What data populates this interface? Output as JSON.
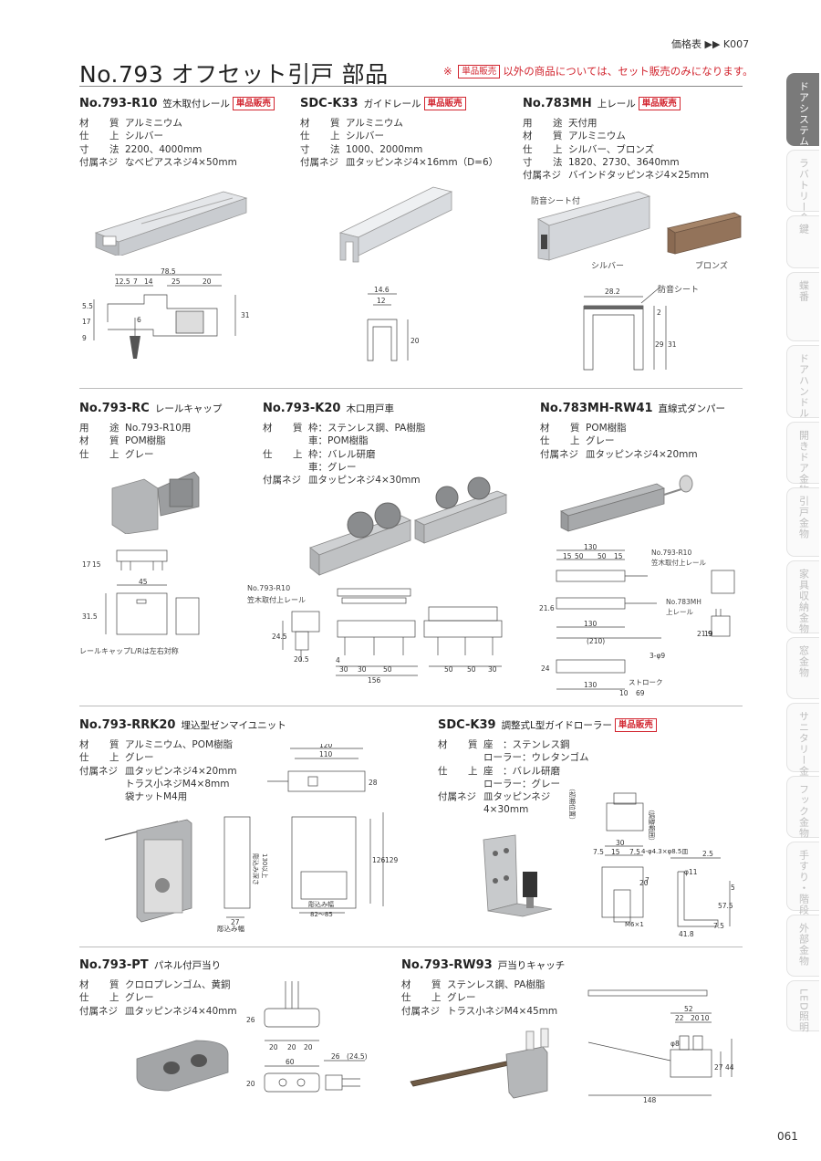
{
  "header": {
    "price_ref": "価格表 ▶▶ K007",
    "title": "No.793 オフセット引戸 部品",
    "notice_prefix": "※",
    "notice_tag": "単品販売",
    "notice_text": "以外の商品については、セット販売のみになります。"
  },
  "tag_label": "単品販売",
  "products": {
    "r10": {
      "code": "No.793-R10",
      "name": "笠木取付レール",
      "specs": [
        [
          "材　質",
          "アルミニウム"
        ],
        [
          "仕　上",
          "シルバー"
        ],
        [
          "寸　法",
          "2200、4000mm"
        ],
        [
          "付属ネジ",
          "なべピアスネジ4×50mm"
        ]
      ]
    },
    "k33": {
      "code": "SDC-K33",
      "name": "ガイドレール",
      "specs": [
        [
          "材　質",
          "アルミニウム"
        ],
        [
          "仕　上",
          "シルバー"
        ],
        [
          "寸　法",
          "1000、2000mm"
        ],
        [
          "付属ネジ",
          "皿タッピンネジ4×16mm（D=6）"
        ]
      ]
    },
    "mh": {
      "code": "No.783MH",
      "name": "上レール",
      "specs": [
        [
          "用　途",
          "天付用"
        ],
        [
          "材　質",
          "アルミニウム"
        ],
        [
          "仕　上",
          "シルバー、ブロンズ"
        ],
        [
          "寸　法",
          "1820、2730、3640mm"
        ],
        [
          "付属ネジ",
          "バインドタッピンネジ4×25mm"
        ]
      ],
      "labels": {
        "seal": "防音シート付",
        "silver": "シルバー",
        "bronze": "ブロンズ",
        "seal2": "防音シート"
      }
    },
    "rc": {
      "code": "No.793-RC",
      "name": "レールキャップ",
      "specs": [
        [
          "用　途",
          "No.793-R10用"
        ],
        [
          "材　質",
          "POM樹脂"
        ],
        [
          "仕　上",
          "グレー"
        ]
      ],
      "note": "レールキャップL/Rは左右対称"
    },
    "k20": {
      "code": "No.793-K20",
      "name": "木口用戸車",
      "specs": [
        [
          "材　質",
          "枠：ステンレス鋼、PA樹脂"
        ],
        [
          "",
          "車：POM樹脂"
        ],
        [
          "仕　上",
          "枠：バレル研磨"
        ],
        [
          "",
          "車：グレー"
        ],
        [
          "付属ネジ",
          "皿タッピンネジ4×30mm"
        ]
      ],
      "labels": {
        "rail": "No.793-R10",
        "rail2": "笠木取付上レール"
      }
    },
    "rw41": {
      "code": "No.783MH-RW41",
      "name": "直線式ダンパー",
      "specs": [
        [
          "材　質",
          "POM樹脂"
        ],
        [
          "仕　上",
          "グレー"
        ],
        [
          "付属ネジ",
          "皿タッピンネジ4×20mm"
        ]
      ],
      "labels": {
        "r10": "No.793-R10",
        "r10b": "笠木取付上レール",
        "mh": "No.783MH",
        "mhb": "上レール",
        "holes": "3-φ9",
        "stroke": "ストローク"
      }
    },
    "rrk20": {
      "code": "No.793-RRK20",
      "name": "埋込型ゼンマイユニット",
      "specs": [
        [
          "材　質",
          "アルミニウム、POM樹脂"
        ],
        [
          "仕　上",
          "グレー"
        ],
        [
          "付属ネジ",
          "皿タッピンネジ4×20mm"
        ],
        [
          "",
          "トラス小ネジM4×8mm"
        ],
        [
          "",
          "袋ナットM4用"
        ]
      ],
      "labels": {
        "depth": "彫込み深さ",
        "depth2": "130以上",
        "width": "彫込み幅",
        "width_val": "82〜85",
        "width2": "彫込み幅"
      }
    },
    "k39": {
      "code": "SDC-K39",
      "name": "調整式L型ガイドローラー",
      "specs": [
        [
          "材　質",
          "座　：ステンレス鋼"
        ],
        [
          "",
          "ローラー：ウレタンゴム"
        ],
        [
          "仕　上",
          "座　：バレル研磨"
        ],
        [
          "",
          "ローラー：グレー"
        ],
        [
          "付属ネジ",
          "皿タッピンネジ"
        ],
        [
          "",
          "4×30mm"
        ]
      ],
      "labels": {
        "init": "（初期位置）",
        "adj": "（調整範囲）",
        "holes": "4-φ4.3×φ8.5皿",
        "m6": "M6×1"
      }
    },
    "pt": {
      "code": "No.793-PT",
      "name": "パネル付戸当り",
      "specs": [
        [
          "材　質",
          "クロロプレンゴム、黄銅"
        ],
        [
          "仕　上",
          "グレー"
        ],
        [
          "付属ネジ",
          "皿タッピンネジ4×40mm"
        ]
      ]
    },
    "rw93": {
      "code": "No.793-RW93",
      "name": "戸当りキャッチ",
      "specs": [
        [
          "材　質",
          "ステンレス鋼、PA樹脂"
        ],
        [
          "仕　上",
          "グレー"
        ],
        [
          "付属ネジ",
          "トラス小ネジM4×45mm"
        ]
      ]
    }
  },
  "side_nav": [
    "ドアシステム",
    "ラバトリー金物",
    "鍵",
    "蝶番",
    "ドアハンドル・引手",
    "開きドア金物",
    "引戸金物",
    "家具収納金物",
    "窓金物",
    "サニタリー金物",
    "フック金物",
    "手すり・階段金物",
    "外部金物",
    "LED照明"
  ],
  "page_number": "061",
  "colors": {
    "accent_red": "#d2252f",
    "nav_active": "#7a7a7a",
    "aluminium": "#c9ccd0",
    "bronze": "#8a6a52",
    "grey_part": "#a7a9ab"
  }
}
